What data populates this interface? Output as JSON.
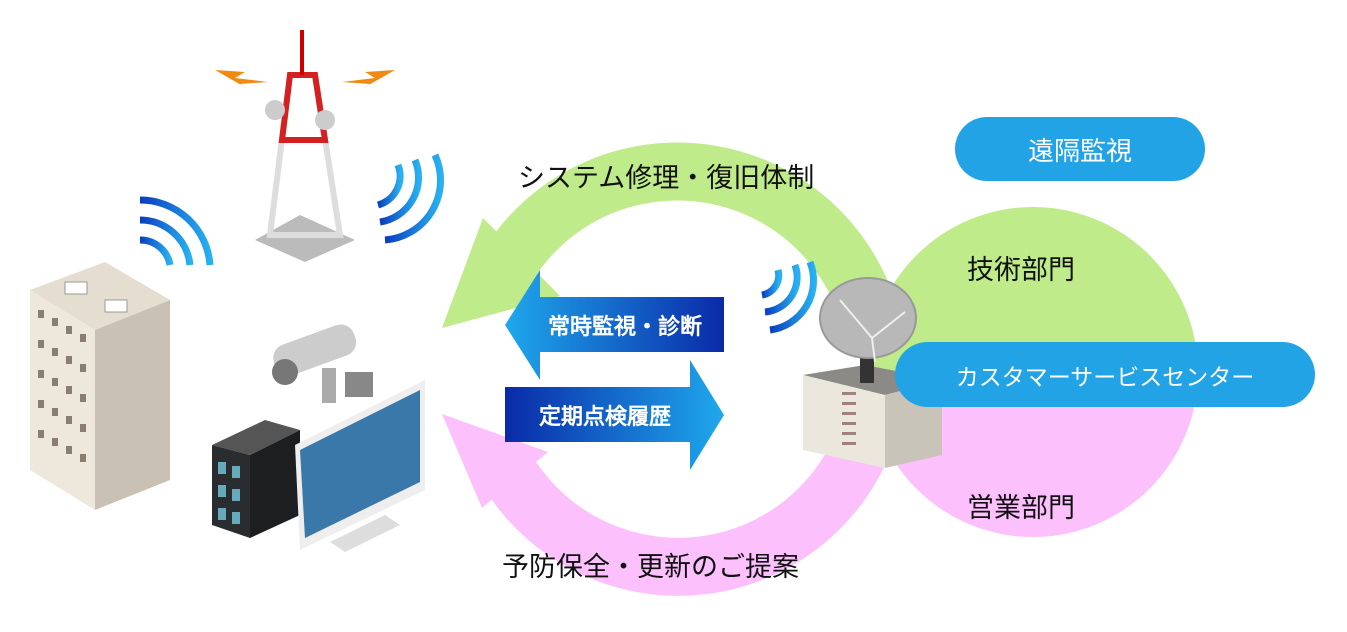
{
  "cycle": {
    "top_label": "システム修理・復旧体制",
    "bottom_label": "予防保全・更新のご提案"
  },
  "arrows": {
    "left_label": "常時監視・診断",
    "right_label": "定期点検履歴"
  },
  "center": {
    "remote_monitoring": "遠隔監視",
    "technical_dept": "技術部門",
    "customer_service": "カスタマーサービスセンター",
    "sales_dept": "営業部門"
  },
  "colors": {
    "green": "#bfeb8a",
    "pink": "#fcc0fc",
    "pill_blue": "#22a3e6",
    "arrow_dark": "#0a2fae",
    "arrow_light": "#1fa0e8"
  }
}
